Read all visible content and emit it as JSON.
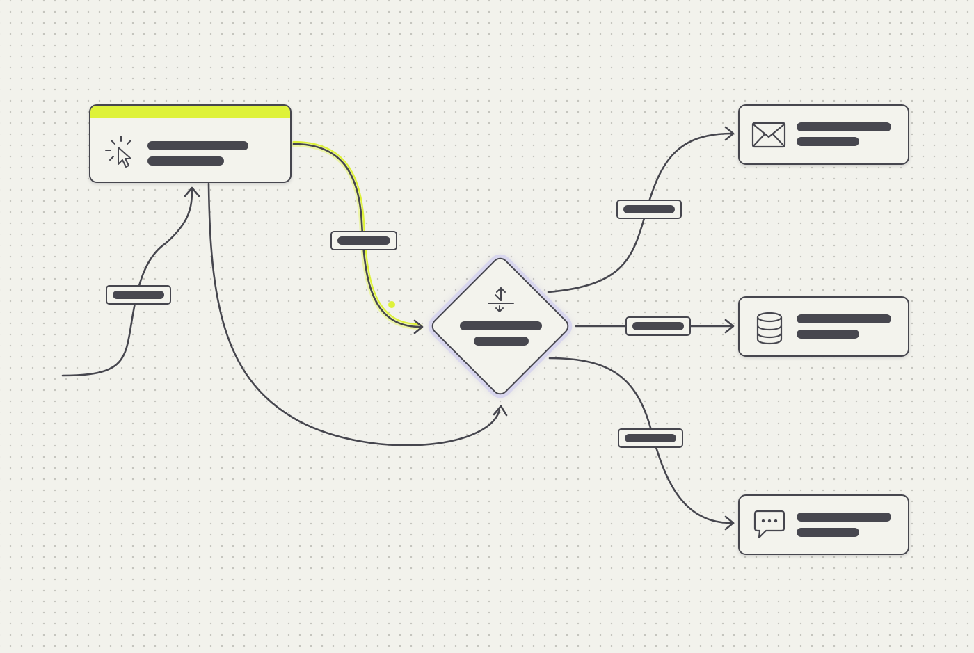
{
  "canvas": {
    "background": "#f2f2ec",
    "dot_color": "#c3c3bc",
    "stroke_color": "#46464e",
    "accent_color": "#def23a",
    "focus_glow_color": "#d8d6ee"
  },
  "nodes": {
    "trigger": {
      "icon": "cursor-click-icon",
      "type": "trigger"
    },
    "decision": {
      "icon": "split-arrows-icon",
      "type": "condition"
    },
    "actions": [
      {
        "icon": "envelope-icon",
        "type": "email"
      },
      {
        "icon": "database-icon",
        "type": "database"
      },
      {
        "icon": "chat-bubble-icon",
        "type": "message"
      }
    ]
  },
  "edges": [
    {
      "from": "entry",
      "to": "trigger",
      "labeled": true
    },
    {
      "from": "trigger",
      "to": "decision",
      "labeled": true,
      "highlighted": true
    },
    {
      "from": "trigger",
      "to": "decision",
      "labeled": false
    },
    {
      "from": "decision",
      "to": "email",
      "labeled": true
    },
    {
      "from": "decision",
      "to": "database",
      "labeled": true
    },
    {
      "from": "decision",
      "to": "message",
      "labeled": true
    }
  ]
}
